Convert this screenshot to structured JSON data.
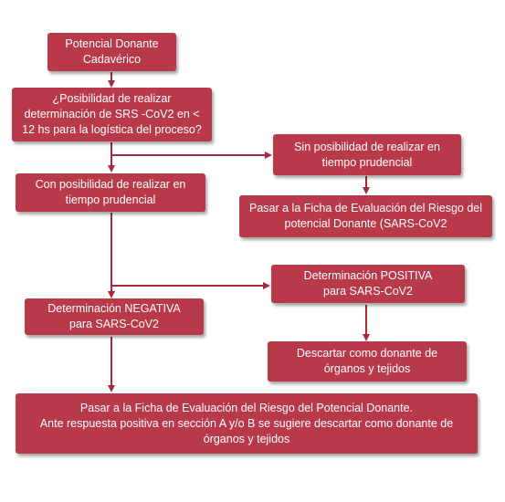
{
  "diagram": {
    "nodes": {
      "donor": {
        "lines": [
          "Potencial Donante",
          "Cadavérico"
        ]
      },
      "question": {
        "lines": [
          "¿Posibilidad de realizar",
          "determinación de SRS -CoV2 en <",
          "12 hs para la logística del proceso?"
        ]
      },
      "no_time": {
        "lines": [
          "Sin posibilidad de realizar en",
          "tiempo prudencial"
        ]
      },
      "with_time": {
        "lines": [
          "Con posibilidad de realizar en",
          "tiempo prudencial"
        ]
      },
      "go_form": {
        "lines": [
          "Pasar a la Ficha de Evaluación del Riesgo del",
          "potencial Donante (SARS-CoV2"
        ]
      },
      "positive": {
        "lines": [
          "Determinación POSITIVA",
          "para SARS-CoV2"
        ]
      },
      "negative": {
        "lines": [
          "Determinación NEGATIVA",
          "para SARS-CoV2"
        ]
      },
      "discard": {
        "lines": [
          "Descartar como donante  de",
          "órganos y tejidos"
        ]
      },
      "final": {
        "lines": [
          "Pasar a la Ficha de Evaluación del Riesgo del Potencial Donante.",
          "Ante respuesta positiva en sección A y/o B se sugiere descartar como donante de",
          "órganos y tejidos"
        ]
      }
    },
    "colors": {
      "box": "#b8394a",
      "connector": "#a52a3a",
      "text": "#ffffff"
    }
  }
}
